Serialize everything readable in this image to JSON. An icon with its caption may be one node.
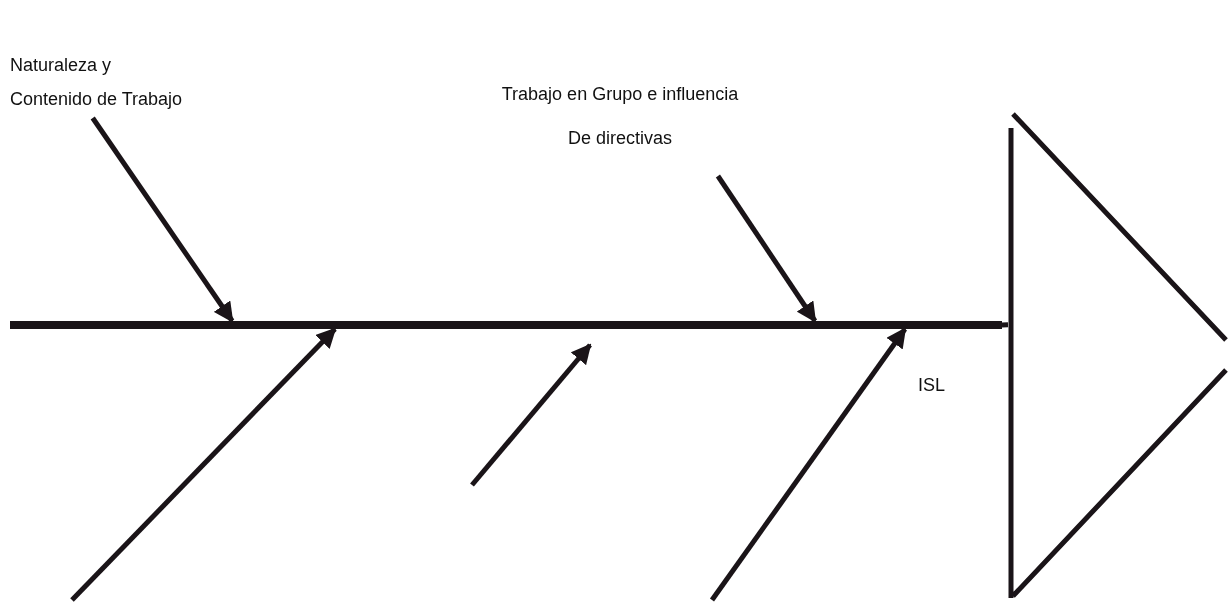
{
  "diagram": {
    "nodes": [
      {
        "text": [
          "Naturaleza y Contenido de Trabajo"
        ]
      },
      {
        "text": [
          "Trabajo en Grupo e influencia De directivas"
        ]
      },
      {
        "text": [],
        "shape": "bar"
      },
      {
        "text": [],
        "shape": "triangle",
        "beside": [
          "ISL"
        ]
      }
    ],
    "edges": [
      {
        "from": 0,
        "to": 2,
        "arrow": "to"
      },
      {
        "from": 1,
        "to": 2,
        "arrow": "to"
      },
      {
        "from": null,
        "to": 2,
        "arrow": "to"
      },
      {
        "from": null,
        "to": 2,
        "arrow": "to"
      },
      {
        "from": null,
        "to": 2,
        "arrow": "to"
      },
      {
        "from": 2,
        "to": 3,
        "arrow": "none"
      }
    ]
  }
}
